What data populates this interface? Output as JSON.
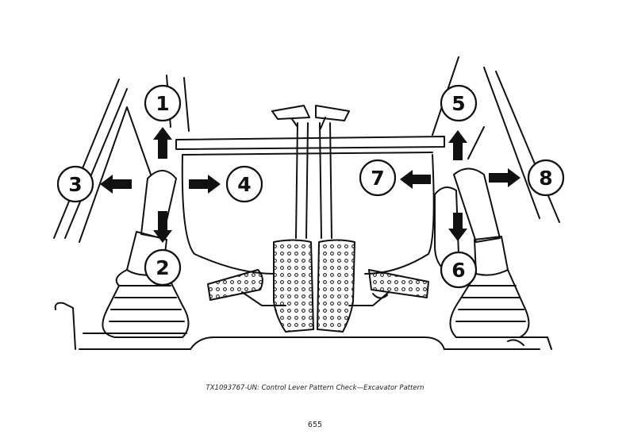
{
  "figure": {
    "callouts": [
      {
        "id": "1",
        "label": "1"
      },
      {
        "id": "2",
        "label": "2"
      },
      {
        "id": "3",
        "label": "3"
      },
      {
        "id": "4",
        "label": "4"
      },
      {
        "id": "5",
        "label": "5"
      },
      {
        "id": "6",
        "label": "6"
      },
      {
        "id": "7",
        "label": "7"
      },
      {
        "id": "8",
        "label": "8"
      }
    ],
    "caption": "TX1093767-UN: Control Lever Pattern Check—Excavator Pattern"
  },
  "page": {
    "number": "655"
  }
}
